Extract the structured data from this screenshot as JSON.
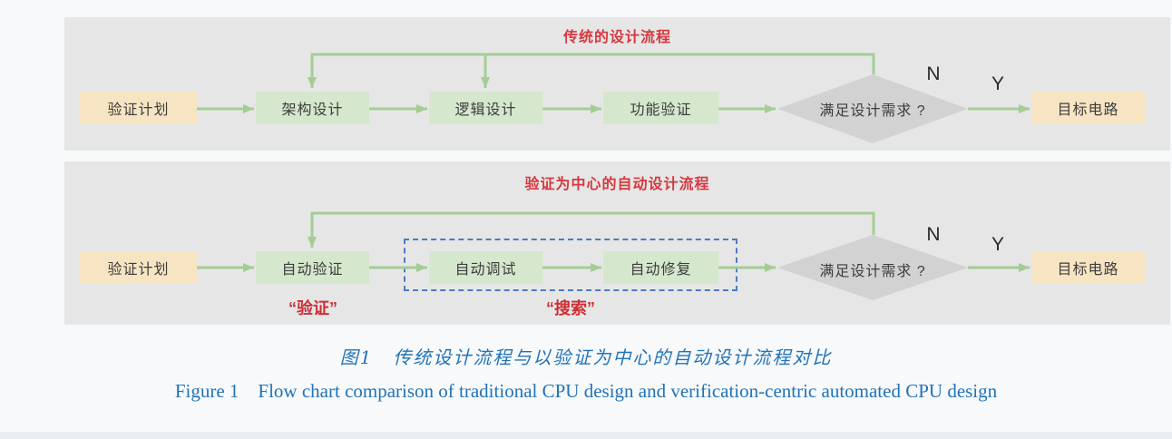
{
  "colors": {
    "page_bg": "#f8f9fa",
    "panel_bg": "#e6e6e6",
    "start_end_box": "#f6e4c3",
    "process_box": "#d5e7cc",
    "diamond": "#d2d2d2",
    "arrow_green": "#a4cd94",
    "title_red": "#d5383f",
    "dashed_blue": "#4d79c7",
    "caption_blue": "#2173b8"
  },
  "flows": [
    {
      "title": "传统的设计流程",
      "nodes": [
        {
          "label": "验证计划"
        },
        {
          "label": "架构设计"
        },
        {
          "label": "逻辑设计"
        },
        {
          "label": "功能验证"
        }
      ],
      "decision": {
        "label": "满足设计需求 ?"
      },
      "no_label": "N",
      "yes_label": "Y",
      "end_node": {
        "label": "目标电路"
      }
    },
    {
      "title": "验证为中心的自动设计流程",
      "nodes": [
        {
          "label": "验证计划"
        },
        {
          "label": "自动验证"
        },
        {
          "label": "自动调试"
        },
        {
          "label": "自动修复"
        }
      ],
      "decision": {
        "label": "满足设计需求 ?"
      },
      "no_label": "N",
      "yes_label": "Y",
      "end_node": {
        "label": "目标电路"
      },
      "annotations": [
        {
          "label": "“验证”"
        },
        {
          "label": "“搜索”"
        }
      ]
    }
  ],
  "caption": {
    "zh": "图1　传统设计流程与以验证为中心的自动设计流程对比",
    "en": "Figure 1　Flow chart comparison of traditional CPU design and verification-centric automated CPU design"
  }
}
